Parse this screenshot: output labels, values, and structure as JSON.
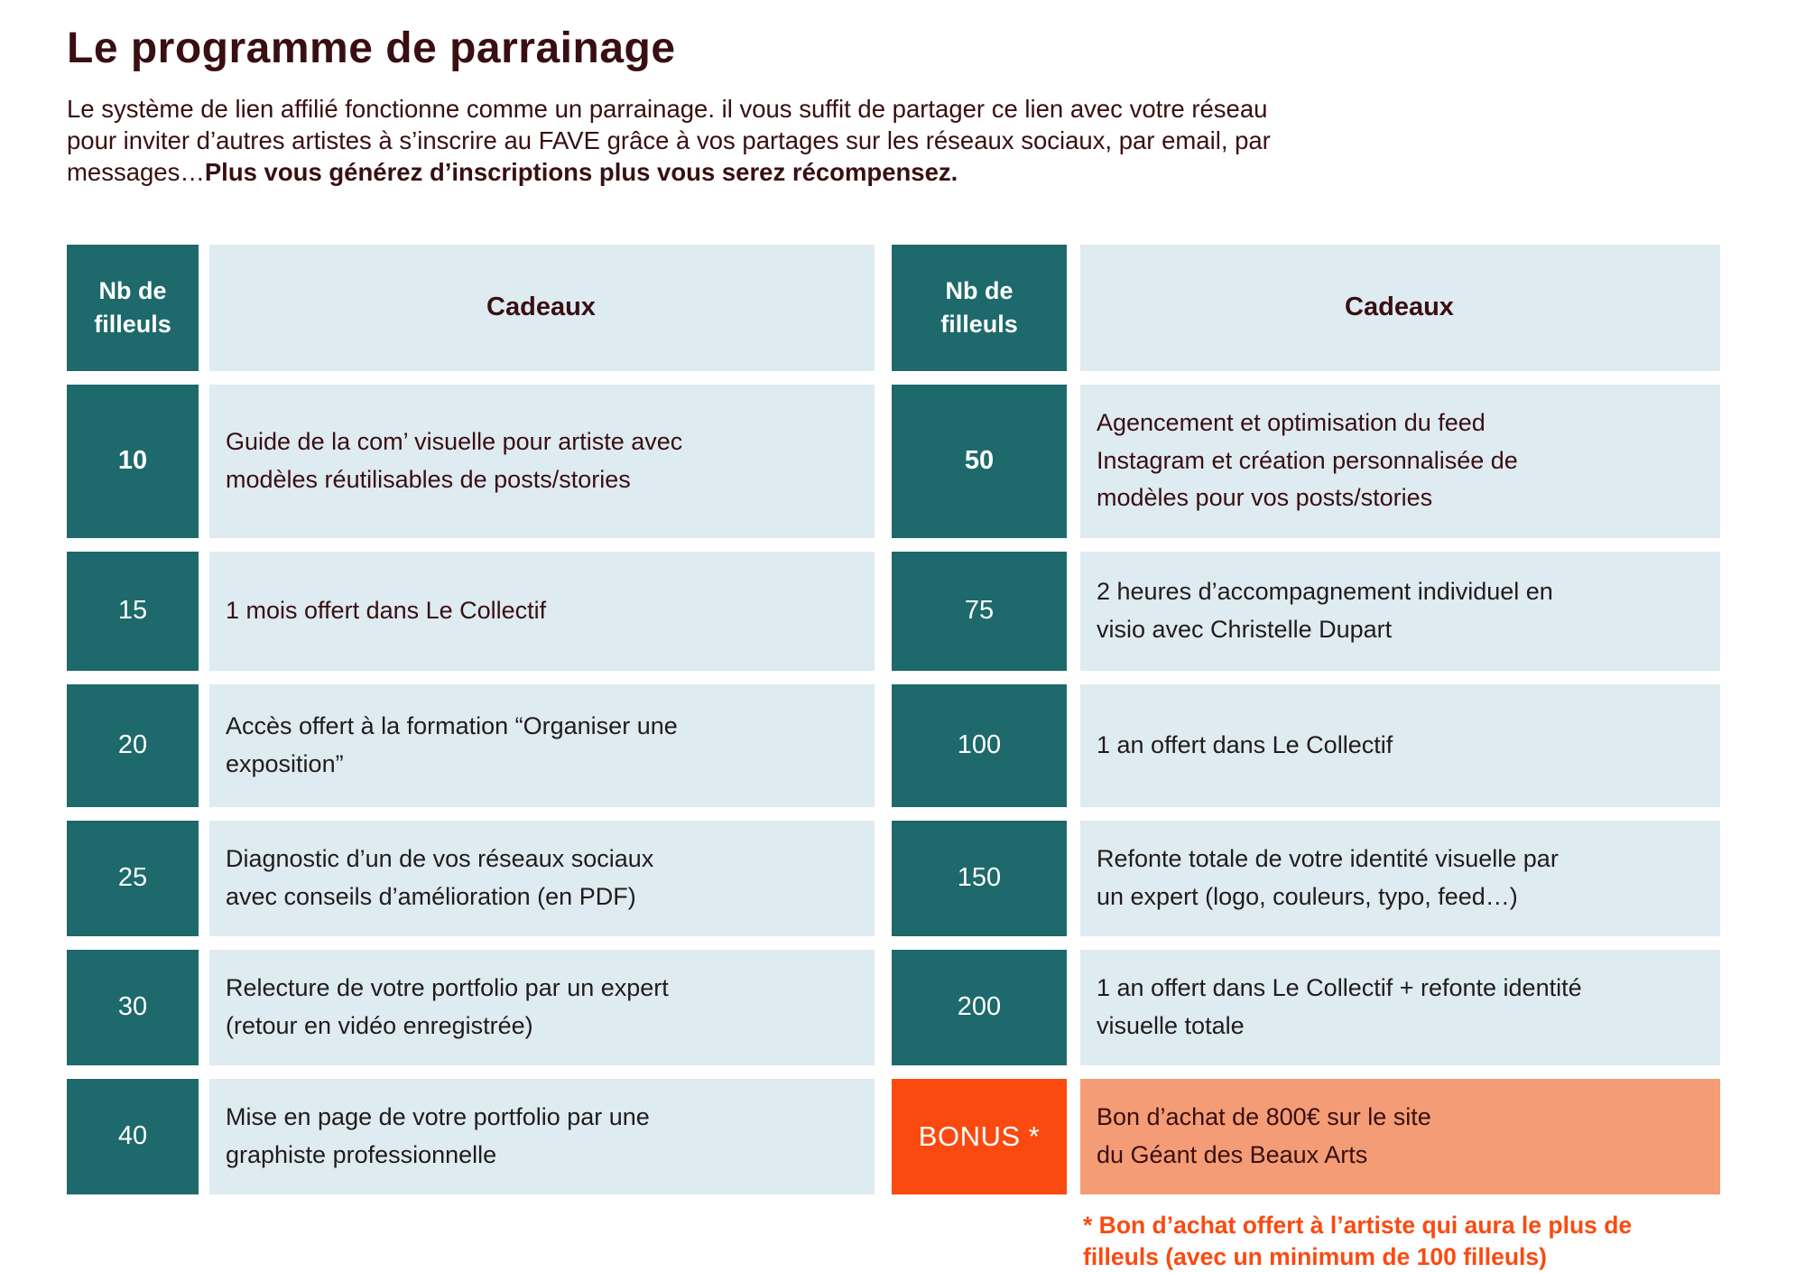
{
  "page": {
    "title": "Le programme de parrainage",
    "intro_normal": "Le système de lien affilié fonctionne comme un parrainage. il vous suffit de partager ce lien avec votre réseau\npour inviter d’autres artistes à s’inscrire au FAVE grâce à vos partages sur les réseaux sociaux, par email, par\nmessages…",
    "intro_bold": "Plus vous générez d’inscriptions plus vous serez récompensez."
  },
  "colors": {
    "teal": "#1D696C",
    "light_blue": "#DEEBF1",
    "maroon_text": "#390F12",
    "dark_text": "#211C1C",
    "orange": "#FB4A10",
    "salmon": "#F49C76",
    "white": "#FFFFFF"
  },
  "table_left": {
    "header": {
      "col1": "Nb de filleuls",
      "col2": "Cadeaux"
    },
    "rows": [
      {
        "count": "10",
        "gift": "Guide de la com’ visuelle pour artiste avec\nmodèles réutilisables de posts/stories"
      },
      {
        "count": "15",
        "gift": "1 mois offert dans Le Collectif"
      },
      {
        "count": "20",
        "gift": "Accès offert à la formation “Organiser une\nexposition”"
      },
      {
        "count": "25",
        "gift": "Diagnostic d’un de vos réseaux sociaux\navec conseils d’amélioration (en PDF)"
      },
      {
        "count": "30",
        "gift": "Relecture de votre portfolio par un expert\n(retour en vidéo enregistrée)"
      },
      {
        "count": "40",
        "gift": "Mise en page de votre portfolio par une\ngraphiste professionnelle"
      }
    ]
  },
  "table_right": {
    "header": {
      "col1": "Nb de filleuls",
      "col2": "Cadeaux"
    },
    "rows": [
      {
        "count": "50",
        "gift": "Agencement et optimisation du feed\nInstagram et création personnalisée de\nmodèles pour vos posts/stories"
      },
      {
        "count": "75",
        "gift": "2 heures d’accompagnement individuel en\nvisio avec Christelle Dupart"
      },
      {
        "count": "100",
        "gift": "1 an offert dans Le Collectif"
      },
      {
        "count": "150",
        "gift": "Refonte  totale de votre identité visuelle par\nun expert (logo, couleurs, typo, feed…)"
      },
      {
        "count": "200",
        "gift": "1 an offert dans Le Collectif + refonte identité\nvisuelle totale"
      }
    ],
    "bonus": {
      "label": "BONUS *",
      "gift": "Bon d’achat de 800€ sur le site\ndu Géant des Beaux Arts"
    },
    "footnote": "* Bon d’achat offert à l’artiste qui aura le plus de\nfilleuls (avec un minimum de 100 filleuls)"
  }
}
